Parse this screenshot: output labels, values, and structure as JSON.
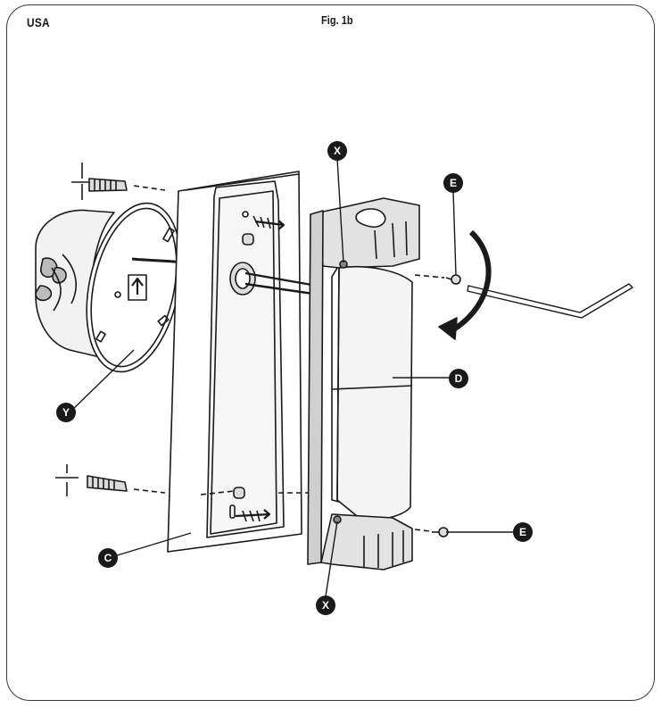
{
  "region_label": "USA",
  "figure_title": "Fig. 1b",
  "callouts": {
    "x_top": "X",
    "e_top": "E",
    "d": "D",
    "y": "Y",
    "e_bottom": "E",
    "c": "C",
    "x_bottom": "X"
  },
  "colors": {
    "ink": "#1a1a1a",
    "frame": "#3a3a3a",
    "background": "#ffffff"
  }
}
